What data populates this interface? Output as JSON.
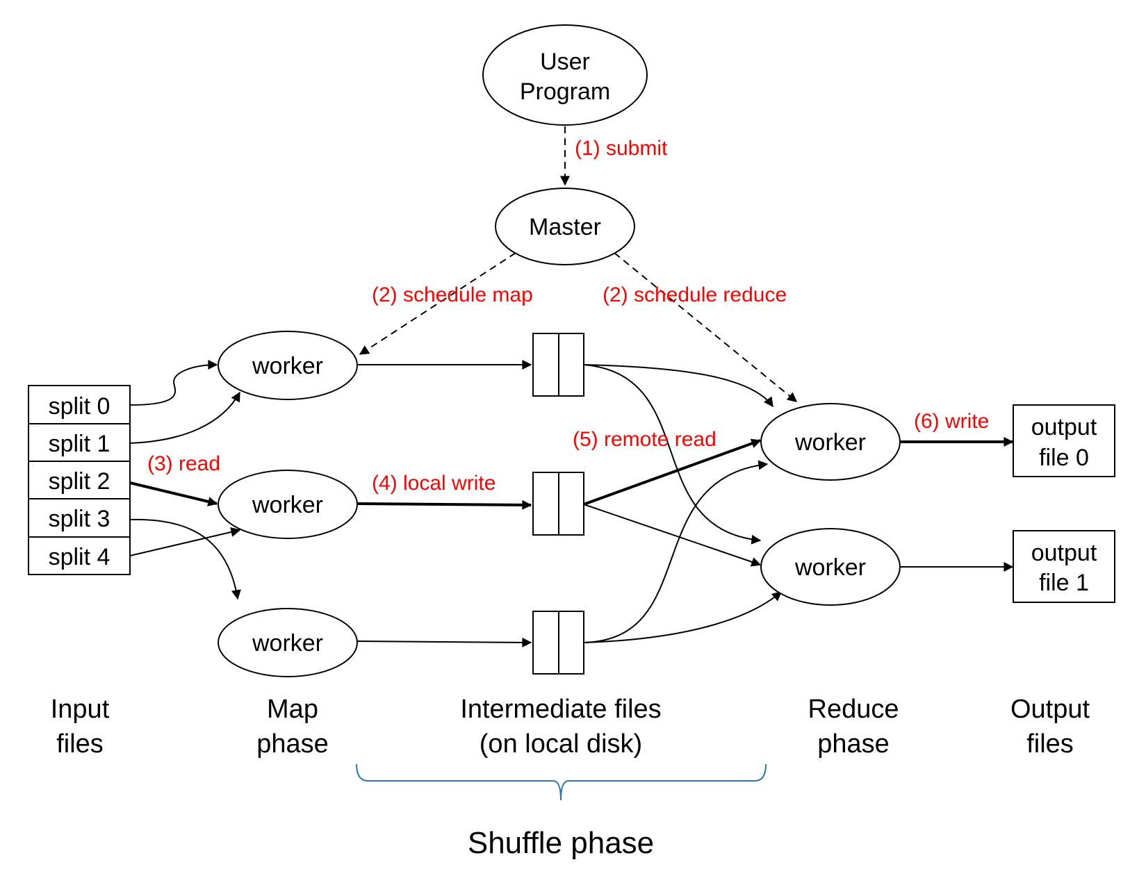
{
  "nodes": {
    "user_program": [
      "User",
      "Program"
    ],
    "master": "Master",
    "map_workers": [
      "worker",
      "worker",
      "worker"
    ],
    "reduce_workers": [
      "worker",
      "worker"
    ],
    "splits": [
      "split 0",
      "split 1",
      "split 2",
      "split 3",
      "split 4"
    ],
    "outputs": [
      [
        "output",
        "file 0"
      ],
      [
        "output",
        "file 1"
      ]
    ]
  },
  "steps": {
    "submit": "(1) submit",
    "schedule_map": "(2) schedule map",
    "schedule_reduce": "(2) schedule reduce",
    "read": "(3) read",
    "local_write": "(4) local write",
    "remote_read": "(5) remote read",
    "write": "(6) write"
  },
  "phases": {
    "input": [
      "Input",
      "files"
    ],
    "map": [
      "Map",
      "phase"
    ],
    "intermediate": [
      "Intermediate files",
      "(on local disk)"
    ],
    "reduce": [
      "Reduce",
      "phase"
    ],
    "output": [
      "Output",
      "files"
    ],
    "shuffle": "Shuffle phase"
  },
  "colors": {
    "step_label": "#ff0000",
    "brace": "#2e75b6",
    "line": "#000000"
  }
}
